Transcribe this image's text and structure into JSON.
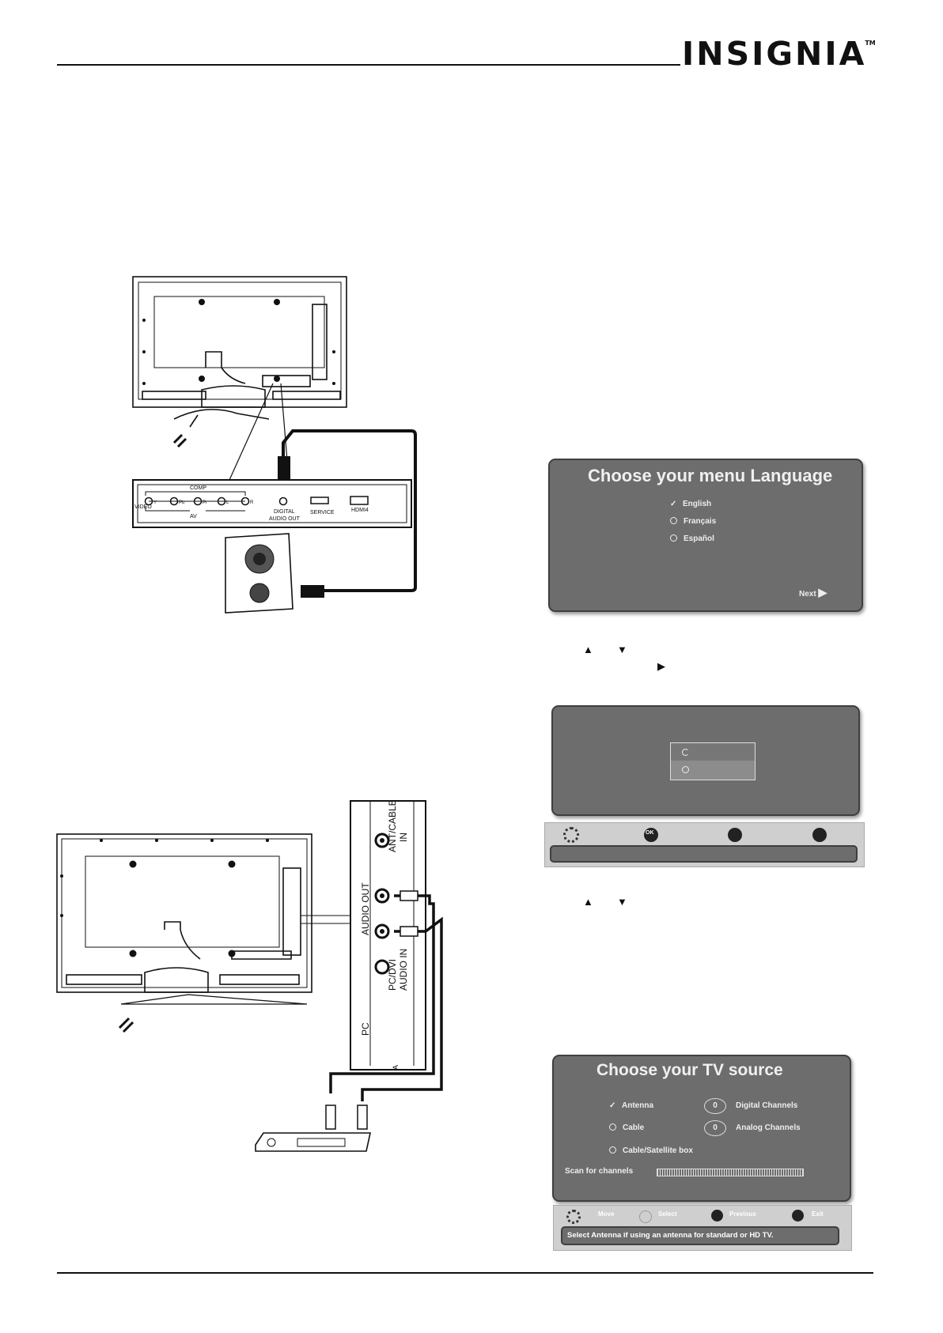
{
  "header": {
    "brand": "INSIGNIA",
    "trademark": "TM"
  },
  "diagram1": {
    "comp_label": "COMP",
    "video_label": "VIDEO",
    "av_label": "AV",
    "jacks": [
      "Y",
      "Pb",
      "Pr",
      "L",
      "R"
    ],
    "digital_audio_out": [
      "DIGITAL",
      "AUDIO OUT"
    ],
    "service": "SERVICE",
    "hdmi4": "HDMI4"
  },
  "diagram2": {
    "ant_cable_in": [
      "ANT/CABLE",
      "IN"
    ],
    "audio_out": "AUDIO OUT",
    "pc_dvi_audio_in": [
      "PC/DVI",
      "AUDIO IN"
    ],
    "pc": "PC",
    "a": "A"
  },
  "language_screen": {
    "title": "Choose your menu Language",
    "options": [
      {
        "label": "English",
        "selected": true
      },
      {
        "label": "Français",
        "selected": false
      },
      {
        "label": "Español",
        "selected": false
      }
    ],
    "next": "Next"
  },
  "source_screen": {
    "title": "Choose your TV source",
    "options": [
      {
        "label": "Antenna",
        "selected": true
      },
      {
        "label": "Cable",
        "selected": false
      },
      {
        "label": "Cable/Satellite box",
        "selected": false
      }
    ],
    "counters": [
      {
        "value": "0",
        "label": "Digital Channels"
      },
      {
        "value": "0",
        "label": "Analog Channels"
      }
    ],
    "scan_label": "Scan for channels",
    "buttons": [
      "Move",
      "Select",
      "Previous",
      "Exit"
    ],
    "help": "Select Antenna if using an antenna for standard or HD TV."
  },
  "remote_buttons": {
    "ok": "OK"
  }
}
